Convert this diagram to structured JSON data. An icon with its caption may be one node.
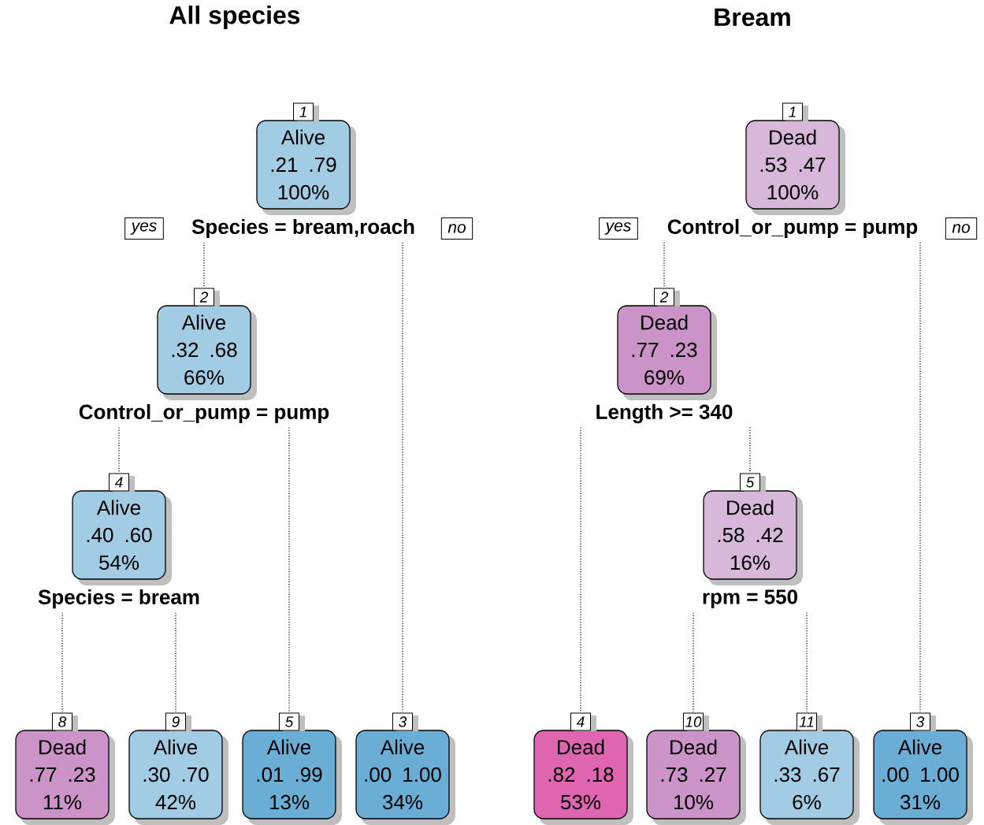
{
  "diagram": {
    "nodes": [
      {
        "text": [
          "Alive",
          ".21",
          ".79",
          "100%"
        ],
        "beside": [
          "1",
          "Species = bream,roach"
        ]
      },
      {
        "text": [
          "Alive",
          ".32",
          ".68",
          "66%"
        ],
        "beside": [
          "2",
          "Control_or_pump = pump"
        ]
      },
      {
        "text": [
          "Alive",
          ".40",
          ".60",
          "54%"
        ],
        "beside": [
          "4",
          "Species = bream"
        ]
      },
      {
        "text": [
          "Dead",
          ".77",
          ".23",
          "11%"
        ],
        "beside": [
          "8"
        ]
      },
      {
        "text": [
          "Alive",
          ".30",
          ".70",
          "42%"
        ],
        "beside": [
          "9"
        ]
      },
      {
        "text": [
          "Alive",
          ".01",
          ".99",
          "13%"
        ],
        "beside": [
          "5"
        ]
      },
      {
        "text": [
          "Alive",
          ".00",
          "1.00",
          "34%"
        ],
        "beside": [
          "3"
        ]
      },
      {
        "text": [
          "Dead",
          ".53",
          ".47",
          "100%"
        ],
        "beside": [
          "1",
          "Control_or_pump = pump"
        ]
      },
      {
        "text": [
          "Dead",
          ".77",
          ".23",
          "69%"
        ],
        "beside": [
          "2",
          "Length >= 340"
        ]
      },
      {
        "text": [
          "Dead",
          ".58",
          ".42",
          "16%"
        ],
        "beside": [
          "5",
          "rpm = 550"
        ]
      },
      {
        "text": [
          "Dead",
          ".82",
          ".18",
          "53%"
        ],
        "beside": [
          "4"
        ]
      },
      {
        "text": [
          "Dead",
          ".73",
          ".27",
          "10%"
        ],
        "beside": [
          "10"
        ]
      },
      {
        "text": [
          "Alive",
          ".33",
          ".67",
          "6%"
        ],
        "beside": [
          "11"
        ]
      },
      {
        "text": [
          "Alive",
          ".00",
          "1.00",
          "31%"
        ],
        "beside": [
          "3"
        ]
      }
    ],
    "edges": [
      {
        "from": 0,
        "to": 1,
        "arrow": "none"
      },
      {
        "from": 0,
        "to": 6,
        "arrow": "none"
      },
      {
        "from": 1,
        "to": 2,
        "arrow": "none"
      },
      {
        "from": 1,
        "to": 5,
        "arrow": "none"
      },
      {
        "from": 2,
        "to": 3,
        "arrow": "none"
      },
      {
        "from": 2,
        "to": 4,
        "arrow": "none"
      },
      {
        "from": 7,
        "to": 8,
        "arrow": "none"
      },
      {
        "from": 7,
        "to": 13,
        "arrow": "none"
      },
      {
        "from": 8,
        "to": 10,
        "arrow": "none"
      },
      {
        "from": 8,
        "to": 9,
        "arrow": "none"
      },
      {
        "from": 9,
        "to": 11,
        "arrow": "none"
      },
      {
        "from": 9,
        "to": 12,
        "arrow": "none"
      }
    ],
    "labels": [
      "All species",
      "Bream",
      "yes",
      "no",
      "yes",
      "no"
    ]
  }
}
